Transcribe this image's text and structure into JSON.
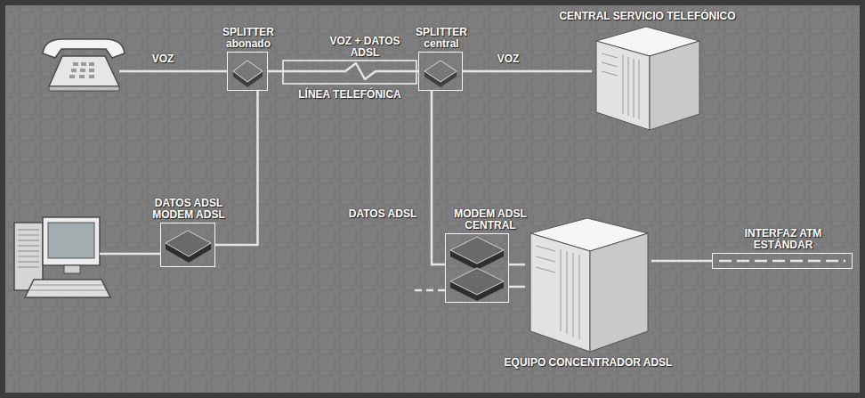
{
  "diagram": {
    "nodes": [
      {
        "text": [
          "SPLITTER abonado"
        ]
      },
      {
        "text": [
          "SPLITTER central"
        ]
      },
      {
        "text": [
          "CENTRAL SERVICIO TELEFÓNICO"
        ]
      },
      {
        "text": [
          "DATOS ADSL MODEM ADSL"
        ]
      },
      {
        "text": [
          "MODEM ADSL CENTRAL"
        ]
      },
      {
        "text": [
          "EQUIPO CONCENTRADOR ADSL"
        ]
      },
      {
        "text": [
          "INTERFAZ ATM ESTÁNDAR"
        ]
      }
    ],
    "edges": [
      {
        "from": 0,
        "to": 1,
        "arrow": "none"
      },
      {
        "from": 1,
        "to": 2,
        "arrow": "none"
      },
      {
        "from": 0,
        "to": 3,
        "arrow": "none"
      },
      {
        "from": 1,
        "to": 4,
        "arrow": "none"
      },
      {
        "from": 4,
        "to": 5,
        "arrow": "none"
      },
      {
        "from": 5,
        "to": 6,
        "arrow": "none"
      }
    ],
    "labels": [
      "VOZ",
      "VOZ + DATOS ADSL",
      "LÍNEA TELEFÓNICA",
      "VOZ",
      "DATOS ADSL"
    ]
  }
}
